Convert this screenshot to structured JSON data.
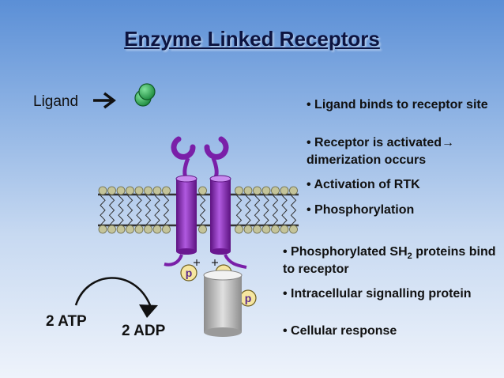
{
  "title": "Enzyme Linked Receptors",
  "ligand_label": "Ligand",
  "steps_top": [
    {
      "text": "• Ligand binds to receptor site"
    },
    {
      "text": "• Receptor is activated→ dimerization occurs"
    },
    {
      "text": "• Activation of RTK"
    },
    {
      "text": "• Phosphorylation"
    }
  ],
  "steps_bottom": {
    "sh2_prefix": "• Phosphorylated SH",
    "sh2_sub": "2",
    "sh2_suffix": " proteins bind to receptor",
    "signalling": "• Intracellular signalling protein",
    "response": "• Cellular response"
  },
  "atp_label": "2 ATP",
  "adp_label": "2 ADP",
  "phosphate_label": "p",
  "colors": {
    "ligand": "#2fae55",
    "receptor": "#7a1fa8",
    "receptor_light": "#a54bd3",
    "membrane_bead": "#c4c49a",
    "phosphate_fill": "#f6e6a0",
    "signal_protein": "#b9b9b9"
  }
}
